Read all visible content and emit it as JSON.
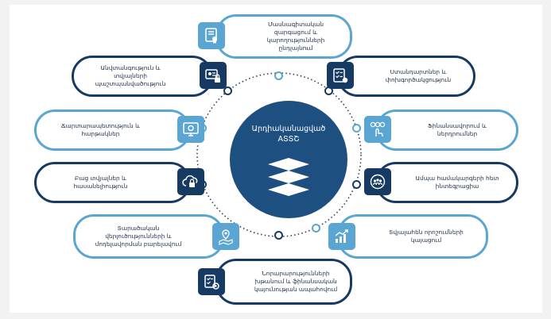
{
  "center": {
    "title": "Արդիականացված\nAՏՏՇ"
  },
  "colors": {
    "dark": "#173a63",
    "light": "#5aa5d1",
    "hub": "#1d4f80"
  },
  "nodes": [
    {
      "id": "top",
      "label": "Մասնագիտական\nզարգացում և\nկարողությունների\nընդլայնում",
      "icon": "certificate-icon"
    },
    {
      "id": "left1",
      "label": "Անվտանգություն և\nտվյալների\nպաշտպանվածություն",
      "icon": "id-lock-icon"
    },
    {
      "id": "right1",
      "label": "Ստանդարտներ և\nփոխգործակցություն",
      "icon": "checklist-icon"
    },
    {
      "id": "left2",
      "label": "Ճարտարապետություն և\nհարթակներ",
      "icon": "architecture-icon"
    },
    {
      "id": "right2",
      "label": "Ֆինանսավորում և\nներդրումներ",
      "icon": "investment-icon"
    },
    {
      "id": "left3",
      "label": "Բաց տվյալներ և\nհասանելիություն",
      "icon": "cloud-lock-icon"
    },
    {
      "id": "right3",
      "label": "Ամպա համակարգերի հետ\nինտեգրացիա",
      "icon": "team-integration-icon"
    },
    {
      "id": "left4",
      "label": "Տարածական\nվերլուծությունների և\nմոդելավորման բարելավում",
      "icon": "map-pin-icon"
    },
    {
      "id": "right4",
      "label": "Տվյալահեն որոշումների\nկայացում",
      "icon": "growth-chart-icon"
    },
    {
      "id": "bottom",
      "label": "Նորարարությունների\nխթանում և ֆինանսական\nկայունության ապահովում",
      "icon": "checklist-gear-icon"
    }
  ]
}
